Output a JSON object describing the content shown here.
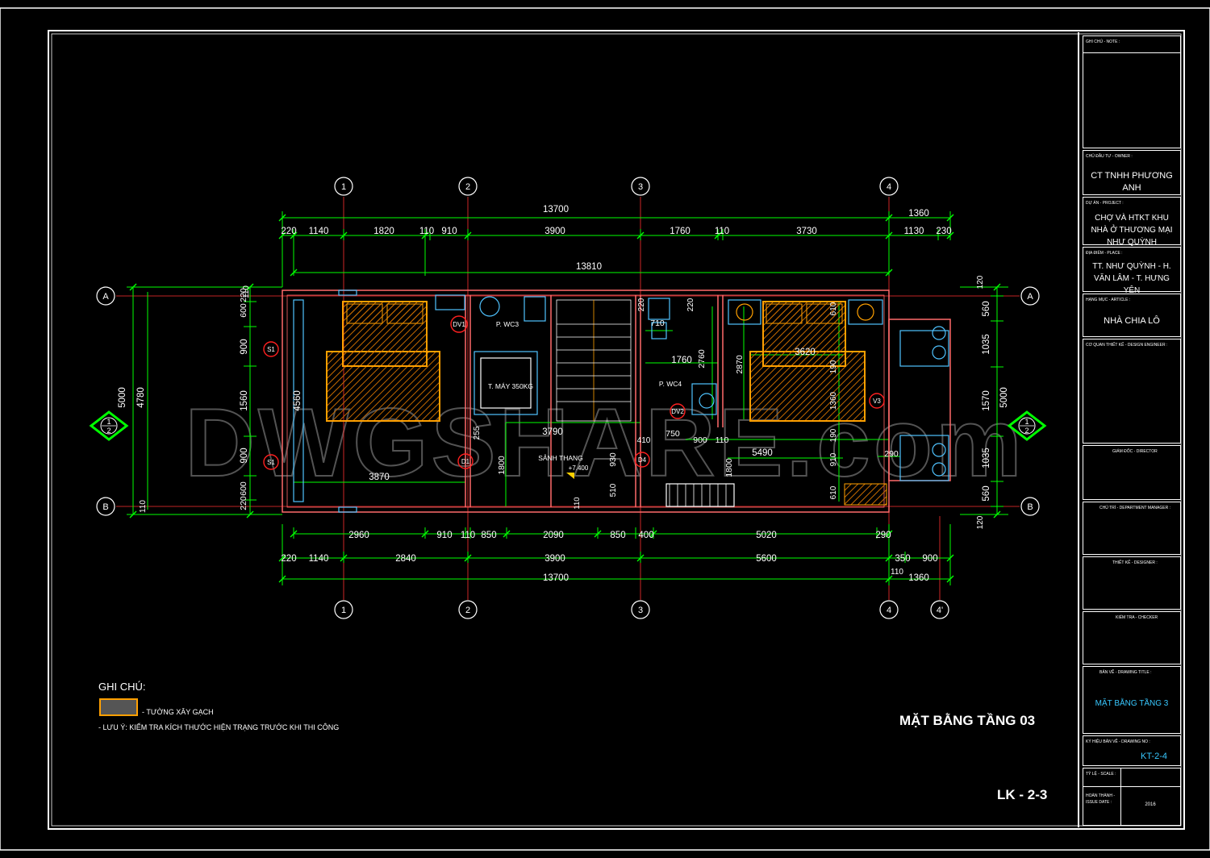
{
  "colors": {
    "background": "#000000",
    "dimension": "#00ff00",
    "wall": "#ff6060",
    "furniture": "#ffa000",
    "fixture": "#4fc3ff",
    "grid_marker": "#ff2020",
    "text": "#ffffff",
    "title_accent": "#38c8ff"
  },
  "plan": {
    "grid_columns": [
      "1",
      "2",
      "3",
      "4",
      "4'"
    ],
    "grid_rows": [
      "A",
      "B"
    ],
    "section_marker": {
      "top": "1",
      "bottom": "2"
    },
    "dims_top": {
      "overall": "13700",
      "right_overall": "1360",
      "segments": [
        "220",
        "1140",
        "1820",
        "110",
        "910",
        "3900",
        "1760",
        "110",
        "3730",
        "1130",
        "230"
      ],
      "inner_overall": "13810"
    },
    "dims_bottom": {
      "row1": [
        "2960",
        "910",
        "110",
        "850",
        "2090",
        "850",
        "400",
        "5020",
        "290"
      ],
      "row2": [
        "220",
        "1140",
        "2840",
        "3900",
        "5600",
        "350",
        "900"
      ],
      "row3": [
        "110"
      ],
      "overall": "13700",
      "right_overall": "1360"
    },
    "dims_left": {
      "overall": "5000",
      "inner": "4780",
      "segments": [
        "110",
        "600",
        "220",
        "900",
        "1560",
        "900",
        "220",
        "600",
        "110"
      ],
      "room": "4560"
    },
    "dims_right": {
      "overall": "5000",
      "segments": [
        "120",
        "560",
        "1035",
        "1570",
        "1035",
        "560",
        "120"
      ]
    },
    "interior_dims": {
      "d1": "3870",
      "d2": "3790",
      "d3": "1800",
      "d4": "710",
      "d5": "1760",
      "d6": "2760",
      "d7": "2870",
      "d8": "3620",
      "d9": "610",
      "d10": "190",
      "d11": "1360",
      "d12": "190",
      "d13": "910",
      "d14": "610",
      "d15": "5490",
      "d16": "750",
      "d17": "900",
      "d18": "110",
      "d19": "410",
      "d20": "930",
      "d21": "510",
      "d22": "1800",
      "d23": "110",
      "d24": "290",
      "d25": "255",
      "d26": "220",
      "d27": "220"
    },
    "rooms": {
      "wc3": "P. WC3",
      "wc4": "P. WC4",
      "elevator": "T. MÁY 350KG",
      "hall": "SẢNH THANG",
      "level": "+7.400"
    },
    "tags": {
      "s1_top": "S1",
      "s1_bottom": "S1",
      "dv1": "DV1",
      "dv2": "DV2",
      "d1": "D1",
      "d4": "D4",
      "v3": "V3"
    },
    "watermark": "DWGSHARE.com"
  },
  "notes": {
    "heading": "GHI CHÚ:",
    "legend_wall": "- TƯỜNG XÂY GẠCH",
    "caution": "- LƯU Ý: KIỂM TRA KÍCH THƯỚC HIỆN TRẠNG TRƯỚC KHI THI CÔNG"
  },
  "sheet": {
    "title": "MẶT BẰNG TẦNG 03",
    "code": "LK - 2-3"
  },
  "title_block": {
    "note_label": "GHI CHÚ - NOTE :",
    "owner_label": "CHỦ ĐẦU TƯ - OWNER :",
    "owner": "CT TNHH PHƯƠNG ANH",
    "project_label": "DỰ ÁN - PROJECT :",
    "project": "CHỢ VÀ HTKT KHU NHÀ Ở THƯƠNG MẠI NHƯ QUỲNH",
    "place_label": "ĐỊA ĐIỂM - PLACE :",
    "place": "TT. NHƯ QUỲNH - H. VĂN LÂM - T. HƯNG YÊN",
    "article_label": "HẠNG MỤC - ARTICLE :",
    "article": "NHÀ CHIA LÔ",
    "design_engineer_label": "CƠ QUAN THIẾT KẾ - DESIGN ENGINEER :",
    "director_label": "GIÁM ĐỐC - DIRECTOR",
    "manager_label": "CHỦ TRÌ - DEPARTMENT MANAGER :",
    "designer_label": "THIẾT KẾ - DESIGNER :",
    "checker_label": "KIỂM TRA - CHECKER",
    "drawing_title_label": "BẢN VẼ - DRAWING TITLE :",
    "drawing_title": "MẶT BẰNG TẦNG 3",
    "drawing_no_label": "KÝ HIỆU BẢN VẼ - DRAWING NO :",
    "drawing_no": "KT-2-4",
    "scale_label": "TỶ LỆ - SCALE :",
    "date_label": "HOÀN THÀNH - ISSUE DATE :",
    "date": "2016"
  }
}
